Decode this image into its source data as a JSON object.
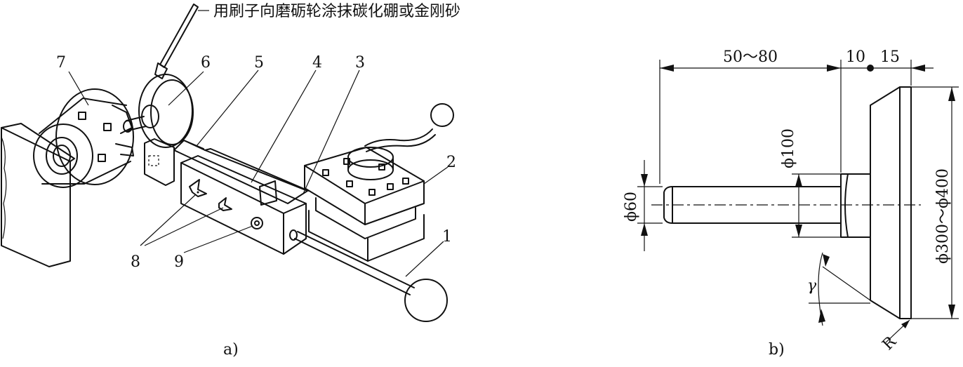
{
  "panel_a": {
    "caption": "a)",
    "annotation_text": "用刷子向磨砺轮涂抹碳化硼或金刚砂",
    "part_numbers": [
      "1",
      "2",
      "3",
      "4",
      "5",
      "6",
      "7",
      "8",
      "9"
    ]
  },
  "panel_b": {
    "caption": "b)",
    "dim_length": "50～80",
    "dim_10": "10",
    "dim_15": "15",
    "dim_phi100": "ϕ100",
    "dim_phi60": "ϕ60",
    "dim_phi300_400": "ϕ300～ϕ400",
    "angle_gamma": "γ",
    "radius_r": "R"
  }
}
